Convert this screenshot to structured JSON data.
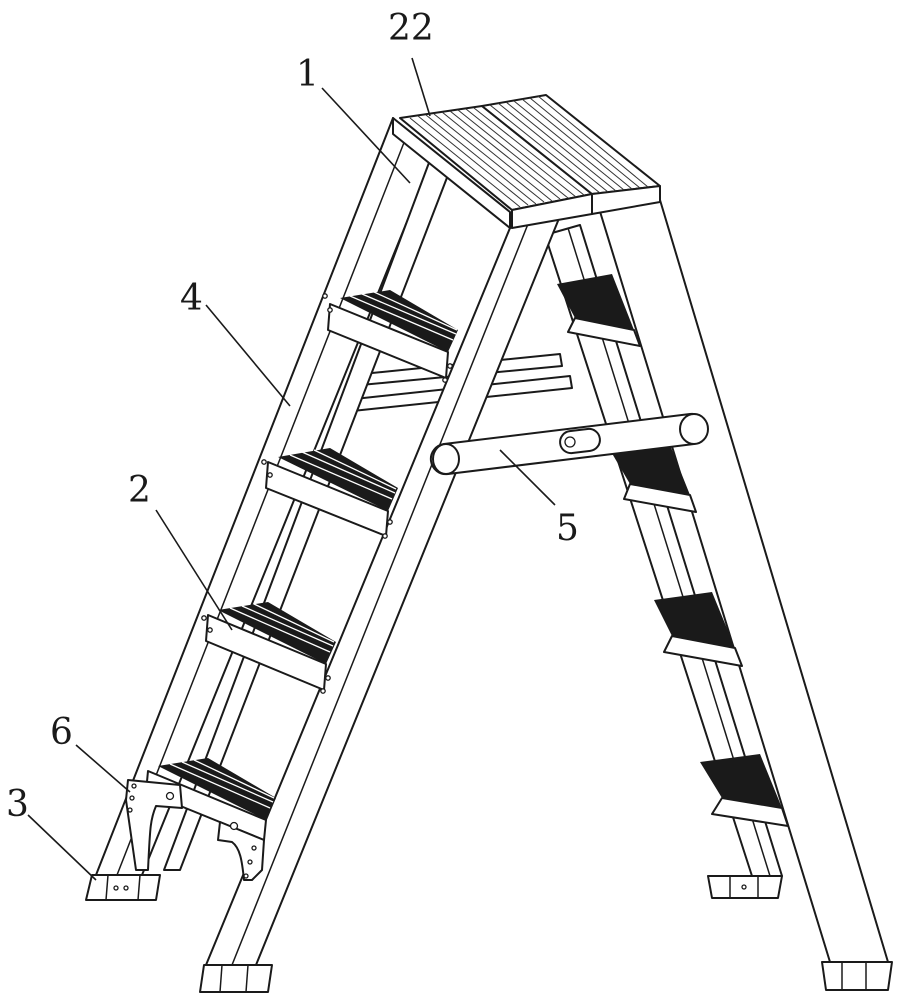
{
  "labels": {
    "top_platform": "22",
    "side_frame": "1",
    "side_rail": "4",
    "step": "2",
    "hinge_bar": "5",
    "bracket": "6",
    "foot": "3"
  },
  "colors": {
    "line": "#1a1a1a",
    "background": "#ffffff"
  }
}
